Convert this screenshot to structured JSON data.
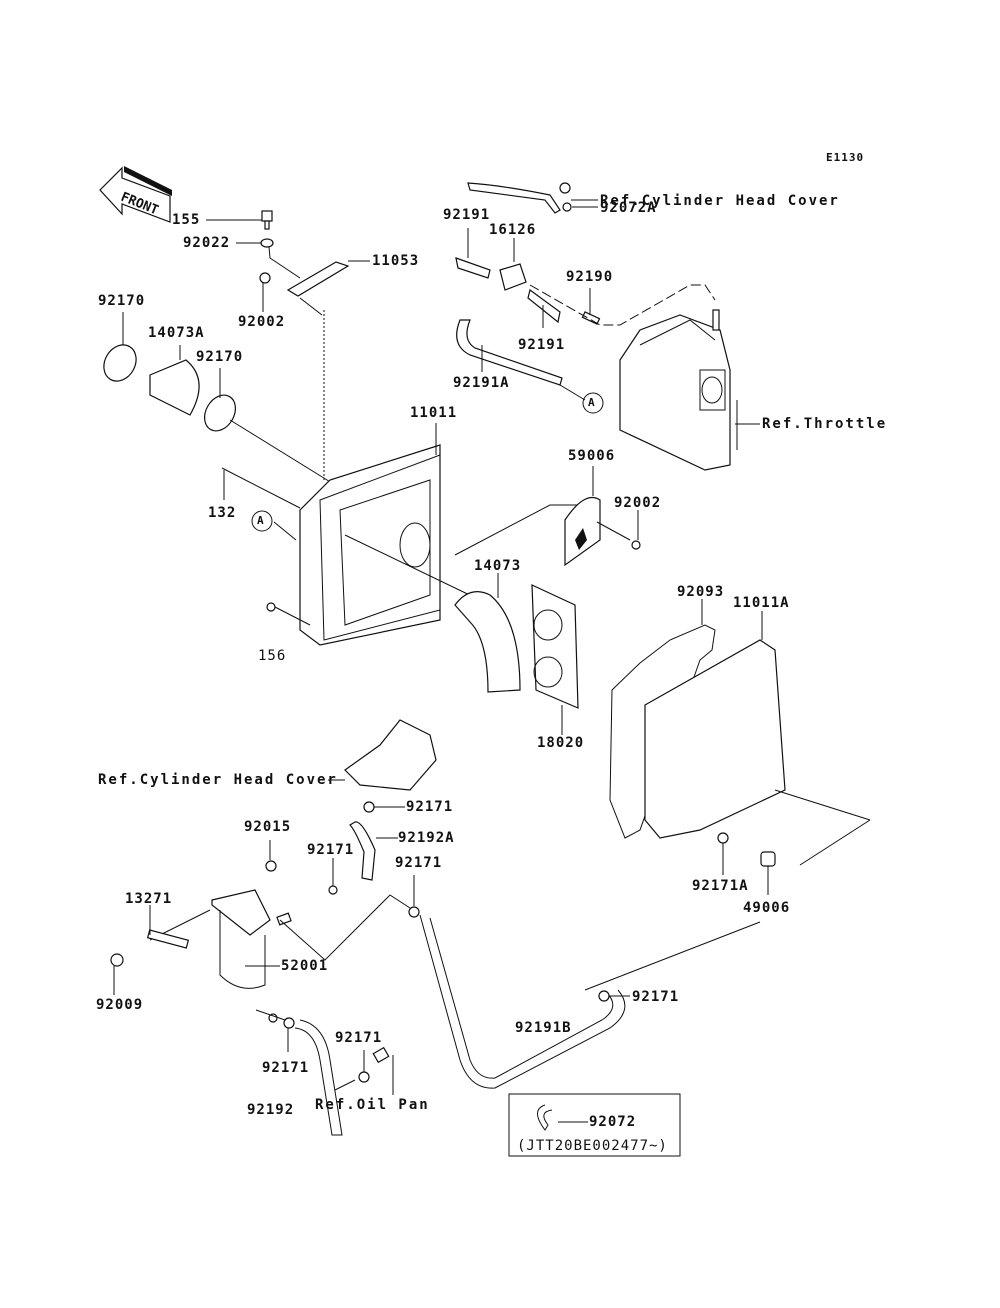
{
  "diagram": {
    "code": "E1130",
    "front_label": "FRONT",
    "callouts": [
      {
        "id": "155",
        "text": "155"
      },
      {
        "id": "92022",
        "text": "92022"
      },
      {
        "id": "11053",
        "text": "11053"
      },
      {
        "id": "92002a",
        "text": "92002"
      },
      {
        "id": "92170a",
        "text": "92170"
      },
      {
        "id": "14073A",
        "text": "14073A"
      },
      {
        "id": "92170b",
        "text": "92170"
      },
      {
        "id": "11011",
        "text": "11011"
      },
      {
        "id": "132",
        "text": "132"
      },
      {
        "id": "156",
        "text": "156"
      },
      {
        "id": "refA1",
        "text": "A"
      },
      {
        "id": "refCylHead1",
        "text": "Ref.Cylinder Head Cover"
      },
      {
        "id": "92191a",
        "text": "92191"
      },
      {
        "id": "16126",
        "text": "16126"
      },
      {
        "id": "92072A",
        "text": "92072A"
      },
      {
        "id": "92190",
        "text": "92190"
      },
      {
        "id": "92191b",
        "text": "92191"
      },
      {
        "id": "92191A",
        "text": "92191A"
      },
      {
        "id": "refA2",
        "text": "A"
      },
      {
        "id": "refThrottle",
        "text": "Ref.Throttle"
      },
      {
        "id": "59006",
        "text": "59006"
      },
      {
        "id": "92002b",
        "text": "92002"
      },
      {
        "id": "14073",
        "text": "14073"
      },
      {
        "id": "18020",
        "text": "18020"
      },
      {
        "id": "92093",
        "text": "92093"
      },
      {
        "id": "11011A",
        "text": "11011A"
      },
      {
        "id": "92171A",
        "text": "92171A"
      },
      {
        "id": "49006",
        "text": "49006"
      },
      {
        "id": "refCylHead2",
        "text": "Ref.Cylinder Head Cover"
      },
      {
        "id": "92171a",
        "text": "92171"
      },
      {
        "id": "92192A",
        "text": "92192A"
      },
      {
        "id": "92015",
        "text": "92015"
      },
      {
        "id": "92171b",
        "text": "92171"
      },
      {
        "id": "92171c",
        "text": "92171"
      },
      {
        "id": "13271",
        "text": "13271"
      },
      {
        "id": "52001",
        "text": "52001"
      },
      {
        "id": "92009",
        "text": "92009"
      },
      {
        "id": "92171d",
        "text": "92171"
      },
      {
        "id": "92191B",
        "text": "92191B"
      },
      {
        "id": "92171e",
        "text": "92171"
      },
      {
        "id": "92171f",
        "text": "92171"
      },
      {
        "id": "92192",
        "text": "92192"
      },
      {
        "id": "refOilPan",
        "text": "Ref.Oil Pan"
      },
      {
        "id": "92072",
        "text": "92072"
      },
      {
        "id": "serial",
        "text": "(JTT20BE002477~)"
      }
    ]
  }
}
